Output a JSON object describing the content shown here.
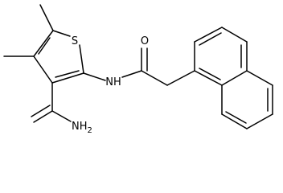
{
  "structure": {
    "atoms": [
      {
        "id": "S1",
        "symbol": "S",
        "label": "S"
      },
      {
        "id": "O1",
        "symbol": "O",
        "label": "O"
      },
      {
        "id": "N1",
        "symbol": "N",
        "label": "NH"
      },
      {
        "id": "N2",
        "symbol": "N",
        "label": "NH2",
        "label_main": "NH",
        "label_sub": "2"
      }
    ],
    "line_color": "#000000",
    "background": "#ffffff"
  }
}
